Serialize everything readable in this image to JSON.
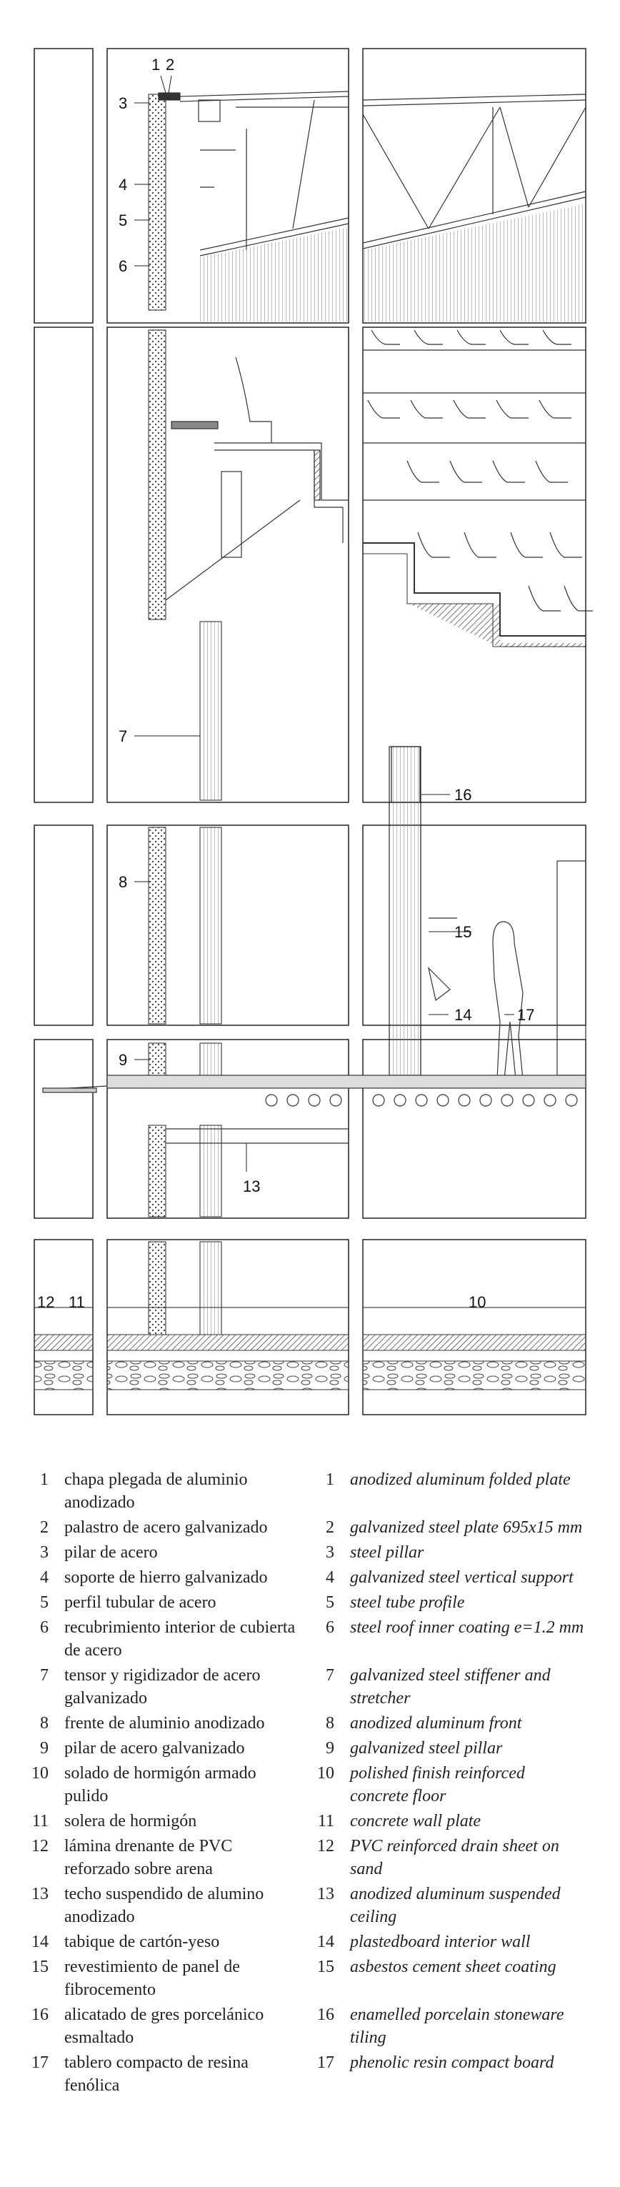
{
  "drawing": {
    "callouts": [
      "1",
      "2",
      "3",
      "4",
      "5",
      "6",
      "7",
      "8",
      "9",
      "10",
      "11",
      "12",
      "13",
      "14",
      "15",
      "16",
      "17"
    ]
  },
  "legend": [
    {
      "num": "1",
      "es": "chapa plegada de aluminio anodizado",
      "en": "anodized aluminum folded plate"
    },
    {
      "num": "2",
      "es": "palastro de acero galvanizado",
      "en": "galvanized steel plate 695x15 mm"
    },
    {
      "num": "3",
      "es": "pilar de acero",
      "en": "steel pillar"
    },
    {
      "num": "4",
      "es": "soporte de hierro galvanizado",
      "en": "galvanized steel vertical support"
    },
    {
      "num": "5",
      "es": "perfil tubular de acero",
      "en": "steel tube profile"
    },
    {
      "num": "6",
      "es": "recubrimiento interior de cubierta de acero",
      "en": "steel roof inner coating e=1.2 mm"
    },
    {
      "num": "7",
      "es": "tensor y rigidizador de acero galvanizado",
      "en": "galvanized steel stiffener and stretcher"
    },
    {
      "num": "8",
      "es": "frente de aluminio anodizado",
      "en": "anodized aluminum front"
    },
    {
      "num": "9",
      "es": "pilar de acero galvanizado",
      "en": "galvanized steel pillar"
    },
    {
      "num": "10",
      "es": "solado de hormigón armado pulido",
      "en": "polished finish reinforced concrete floor"
    },
    {
      "num": "11",
      "es": "solera de hormigón",
      "en": "concrete wall plate"
    },
    {
      "num": "12",
      "es": "lámina drenante de PVC reforzado sobre arena",
      "en": "PVC reinforced drain sheet on sand"
    },
    {
      "num": "13",
      "es": "techo suspendido de alumino anodizado",
      "en": "anodized aluminum suspended ceiling"
    },
    {
      "num": "14",
      "es": "tabique de cartón-yeso",
      "en": "plastedboard interior wall"
    },
    {
      "num": "15",
      "es": "revestimiento de panel de fibrocemento",
      "en": "asbestos cement sheet coating"
    },
    {
      "num": "16",
      "es": "alicatado de gres porcelánico esmaltado",
      "en": "enamelled porcelain stoneware tiling"
    },
    {
      "num": "17",
      "es": "tablero compacto de resina fenólica",
      "en": "phenolic resin compact board"
    }
  ]
}
